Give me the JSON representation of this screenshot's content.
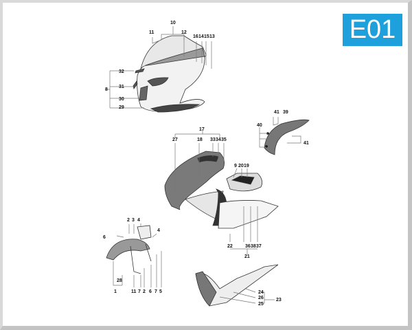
{
  "badge": {
    "text": "E01",
    "color": "#1ea0dc"
  },
  "diagram": {
    "type": "exploded parts diagram",
    "groups": [
      {
        "name": "front-fairing",
        "labels": [
          "10",
          "11",
          "12",
          "16",
          "14",
          "15",
          "13",
          "32",
          "8",
          "31",
          "30",
          "29"
        ]
      },
      {
        "name": "rear-mudguard",
        "labels": [
          "41",
          "39",
          "40",
          "41"
        ]
      },
      {
        "name": "side-fairings",
        "labels": [
          "17",
          "27",
          "18",
          "33",
          "34",
          "35",
          "9",
          "20",
          "19",
          "22",
          "36",
          "38",
          "37",
          "21"
        ]
      },
      {
        "name": "front-mudguard",
        "labels": [
          "2",
          "3",
          "4",
          "6",
          "4",
          "28",
          "1",
          "11",
          "7",
          "2",
          "6",
          "7",
          "5"
        ]
      },
      {
        "name": "belly-pan",
        "labels": [
          "24",
          "26",
          "25",
          "23"
        ]
      }
    ]
  },
  "labels": {
    "l10": "10",
    "l11": "11",
    "l12": "12",
    "l16": "16",
    "l14": "14",
    "l15": "15",
    "l13": "13",
    "l32": "32",
    "l8": "8",
    "l31": "31",
    "l30": "30",
    "l29": "29",
    "l41a": "41",
    "l39": "39",
    "l40": "40",
    "l41b": "41",
    "l17": "17",
    "l27": "27",
    "l18": "18",
    "l33": "33",
    "l34": "34",
    "l35": "35",
    "l9": "9",
    "l20": "20",
    "l19": "19",
    "l22": "22",
    "l36": "36",
    "l38": "38",
    "l37": "37",
    "l21": "21",
    "l2a": "2",
    "l3": "3",
    "l4a": "4",
    "l6a": "6",
    "l4b": "4",
    "l28": "28",
    "l1": "1",
    "l11b": "11",
    "l7a": "7",
    "l2b": "2",
    "l6b": "6",
    "l7b": "7",
    "l5": "5",
    "l24": "24",
    "l26": "26",
    "l25": "25",
    "l23": "23"
  }
}
